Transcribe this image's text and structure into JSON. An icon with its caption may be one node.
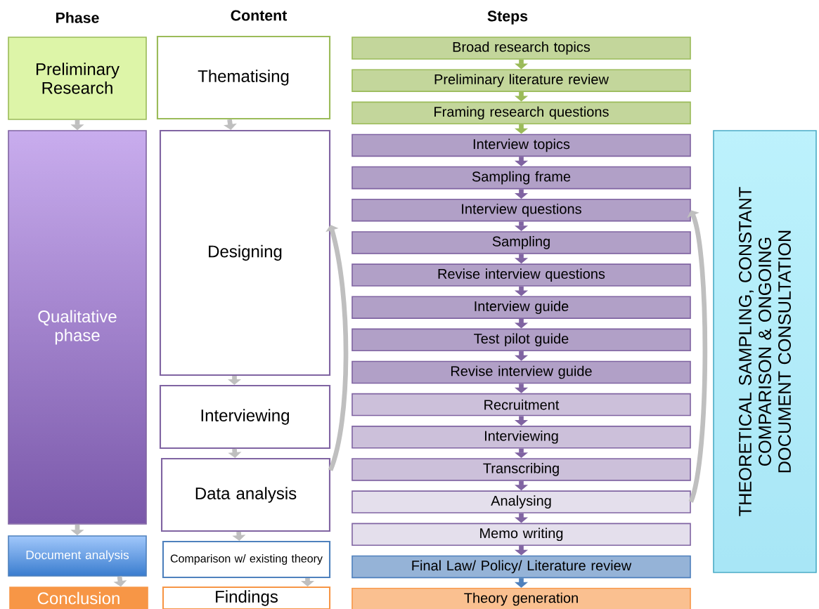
{
  "diagram": {
    "nodes": [
      {
        "text": [
          "Preliminary Research"
        ]
      },
      {
        "text": [
          "Qualitative phase"
        ]
      },
      {
        "text": [
          "Document analysis"
        ]
      },
      {
        "text": [
          "Conclusion"
        ]
      },
      {
        "text": [
          "Thematising"
        ]
      },
      {
        "text": [
          "Designing"
        ]
      },
      {
        "text": [
          "Interviewing"
        ]
      },
      {
        "text": [
          "Data analysis"
        ]
      },
      {
        "text": [
          "Comparison w/ existing theory"
        ]
      },
      {
        "text": [
          "Findings"
        ]
      },
      {
        "text": [
          "Broad research topics"
        ]
      },
      {
        "text": [
          "Preliminary literature review"
        ]
      },
      {
        "text": [
          "Framing research questions"
        ]
      },
      {
        "text": [
          "Interview topics"
        ]
      },
      {
        "text": [
          "Sampling frame"
        ]
      },
      {
        "text": [
          "Interview questions"
        ]
      },
      {
        "text": [
          "Sampling"
        ]
      },
      {
        "text": [
          "Revise interview questions"
        ]
      },
      {
        "text": [
          "Interview guide"
        ]
      },
      {
        "text": [
          "Test pilot guide"
        ]
      },
      {
        "text": [
          "Revise interview guide"
        ]
      },
      {
        "text": [
          "Recruitment"
        ]
      },
      {
        "text": [
          "Interviewing"
        ]
      },
      {
        "text": [
          "Transcribing"
        ]
      },
      {
        "text": [
          "Analysing"
        ]
      },
      {
        "text": [
          "Memo writing"
        ]
      },
      {
        "text": [
          "Final Law/ Policy/ Literature review"
        ]
      },
      {
        "text": [
          "Theory generation"
        ]
      },
      {
        "text": [
          "THEORETICAL SAMPLING, CONSTANT COMPARISON & ONGOING DOCUMENT CONSULTATION"
        ]
      }
    ],
    "edges": [
      {
        "from": 0,
        "to": 1,
        "arrow": "to",
        "color": "#bfbfbf"
      },
      {
        "from": 1,
        "to": 2,
        "arrow": "to",
        "color": "#bfbfbf"
      },
      {
        "from": 2,
        "to": 3,
        "arrow": "to",
        "color": "#bfbfbf"
      },
      {
        "from": 4,
        "to": 5,
        "arrow": "to",
        "color": "#bfbfbf"
      },
      {
        "from": 5,
        "to": 6,
        "arrow": "to",
        "color": "#bfbfbf"
      },
      {
        "from": 6,
        "to": 7,
        "arrow": "to",
        "color": "#bfbfbf"
      },
      {
        "from": 7,
        "to": 8,
        "arrow": "to",
        "color": "#bfbfbf"
      },
      {
        "from": 8,
        "to": 9,
        "arrow": "to",
        "color": "#bfbfbf"
      },
      {
        "from": 7,
        "to": 5,
        "arrow": "to",
        "color": "#bfbfbf"
      },
      {
        "from": 10,
        "to": 11,
        "arrow": "to",
        "color": "#9bbb59"
      },
      {
        "from": 11,
        "to": 12,
        "arrow": "to",
        "color": "#9bbb59"
      },
      {
        "from": 12,
        "to": 13,
        "arrow": "to",
        "color": "#9bbb59"
      },
      {
        "from": 13,
        "to": 14,
        "arrow": "to",
        "color": "#8064a2"
      },
      {
        "from": 14,
        "to": 15,
        "arrow": "to",
        "color": "#8064a2"
      },
      {
        "from": 15,
        "to": 16,
        "arrow": "to",
        "color": "#8064a2"
      },
      {
        "from": 16,
        "to": 17,
        "arrow": "to",
        "color": "#8064a2"
      },
      {
        "from": 17,
        "to": 18,
        "arrow": "to",
        "color": "#8064a2"
      },
      {
        "from": 18,
        "to": 19,
        "arrow": "to",
        "color": "#8064a2"
      },
      {
        "from": 19,
        "to": 20,
        "arrow": "to",
        "color": "#8064a2"
      },
      {
        "from": 20,
        "to": 21,
        "arrow": "to",
        "color": "#8064a2"
      },
      {
        "from": 21,
        "to": 22,
        "arrow": "to",
        "color": "#8064a2"
      },
      {
        "from": 22,
        "to": 23,
        "arrow": "to",
        "color": "#8064a2"
      },
      {
        "from": 23,
        "to": 24,
        "arrow": "to",
        "color": "#8064a2"
      },
      {
        "from": 24,
        "to": 25,
        "arrow": "to",
        "color": "#8064a2"
      },
      {
        "from": 25,
        "to": 26,
        "arrow": "to",
        "color": "#8064a2"
      },
      {
        "from": 26,
        "to": 27,
        "arrow": "to",
        "color": "#4f81bd"
      },
      {
        "from": 24,
        "to": 15,
        "arrow": "to",
        "color": "#bfbfbf"
      }
    ],
    "labels": [
      "Phase",
      "Content",
      "Steps"
    ]
  }
}
